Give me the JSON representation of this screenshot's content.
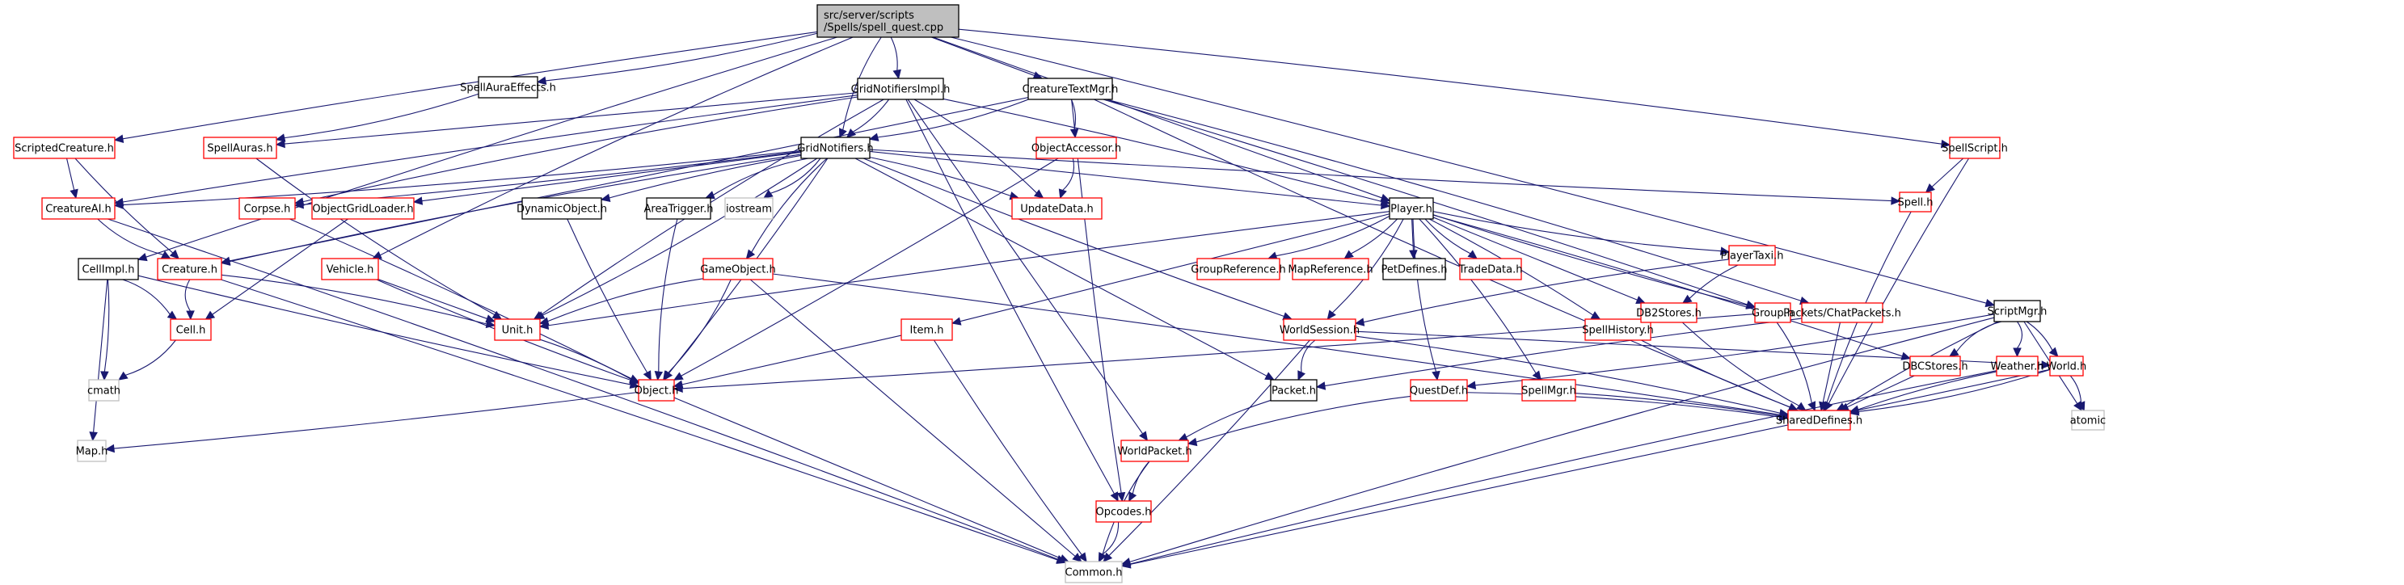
{
  "title": "src/server/scripts/Spells/spell_quest.cpp include dependency graph",
  "colors": {
    "edge": "#191970",
    "root_fill": "#bfbfbf",
    "documented_border": "#000000",
    "truncated_border": "#ff0000",
    "external_border": "#bfbfbf"
  },
  "nodes": [
    {
      "id": "root",
      "label": [
        "src/server/scripts",
        "/Spells/spell_quest.cpp"
      ],
      "style": "root"
    },
    {
      "id": "SpellAuraEffects",
      "label": [
        "SpellAuraEffects.h"
      ],
      "style": "black"
    },
    {
      "id": "GridNotifiersImpl",
      "label": [
        "GridNotifiersImpl.h"
      ],
      "style": "black"
    },
    {
      "id": "CreatureTextMgr",
      "label": [
        "CreatureTextMgr.h"
      ],
      "style": "black"
    },
    {
      "id": "ScriptedCreature",
      "label": [
        "ScriptedCreature.h"
      ],
      "style": "red"
    },
    {
      "id": "SpellAuras",
      "label": [
        "SpellAuras.h"
      ],
      "style": "red"
    },
    {
      "id": "GridNotifiers",
      "label": [
        "GridNotifiers.h"
      ],
      "style": "black"
    },
    {
      "id": "ObjectAccessor",
      "label": [
        "ObjectAccessor.h"
      ],
      "style": "red"
    },
    {
      "id": "SpellScript",
      "label": [
        "SpellScript.h"
      ],
      "style": "red"
    },
    {
      "id": "CreatureAI",
      "label": [
        "CreatureAI.h"
      ],
      "style": "red"
    },
    {
      "id": "Corpse",
      "label": [
        "Corpse.h"
      ],
      "style": "red"
    },
    {
      "id": "ObjectGridLoader",
      "label": [
        "ObjectGridLoader.h"
      ],
      "style": "red"
    },
    {
      "id": "DynamicObject",
      "label": [
        "DynamicObject.h"
      ],
      "style": "black"
    },
    {
      "id": "AreaTrigger",
      "label": [
        "AreaTrigger.h"
      ],
      "style": "black"
    },
    {
      "id": "iostream",
      "label": [
        "iostream"
      ],
      "style": "grey"
    },
    {
      "id": "UpdateData",
      "label": [
        "UpdateData.h"
      ],
      "style": "red"
    },
    {
      "id": "Player",
      "label": [
        "Player.h"
      ],
      "style": "black"
    },
    {
      "id": "Spell",
      "label": [
        "Spell.h"
      ],
      "style": "red"
    },
    {
      "id": "CellImpl",
      "label": [
        "CellImpl.h"
      ],
      "style": "black"
    },
    {
      "id": "Creature",
      "label": [
        "Creature.h"
      ],
      "style": "red"
    },
    {
      "id": "Vehicle",
      "label": [
        "Vehicle.h"
      ],
      "style": "red"
    },
    {
      "id": "GameObject",
      "label": [
        "GameObject.h"
      ],
      "style": "red"
    },
    {
      "id": "GroupReference",
      "label": [
        "GroupReference.h"
      ],
      "style": "red"
    },
    {
      "id": "MapReference",
      "label": [
        "MapReference.h"
      ],
      "style": "red"
    },
    {
      "id": "PetDefines",
      "label": [
        "PetDefines.h"
      ],
      "style": "black"
    },
    {
      "id": "TradeData",
      "label": [
        "TradeData.h"
      ],
      "style": "red"
    },
    {
      "id": "PlayerTaxi",
      "label": [
        "PlayerTaxi.h"
      ],
      "style": "red"
    },
    {
      "id": "Cell",
      "label": [
        "Cell.h"
      ],
      "style": "red"
    },
    {
      "id": "Unit",
      "label": [
        "Unit.h"
      ],
      "style": "red"
    },
    {
      "id": "Item",
      "label": [
        "Item.h"
      ],
      "style": "red"
    },
    {
      "id": "WorldSession",
      "label": [
        "WorldSession.h"
      ],
      "style": "red"
    },
    {
      "id": "SpellHistory",
      "label": [
        "SpellHistory.h"
      ],
      "style": "red"
    },
    {
      "id": "DB2Stores",
      "label": [
        "DB2Stores.h"
      ],
      "style": "red"
    },
    {
      "id": "Group",
      "label": [
        "Group.h"
      ],
      "style": "red"
    },
    {
      "id": "ChatPackets",
      "label": [
        "Packets/ChatPackets.h"
      ],
      "style": "red"
    },
    {
      "id": "ScriptMgr",
      "label": [
        "ScriptMgr.h"
      ],
      "style": "black"
    },
    {
      "id": "cmath",
      "label": [
        "cmath"
      ],
      "style": "grey"
    },
    {
      "id": "Object",
      "label": [
        "Object.h"
      ],
      "style": "red"
    },
    {
      "id": "Packet",
      "label": [
        "Packet.h"
      ],
      "style": "black"
    },
    {
      "id": "QuestDef",
      "label": [
        "QuestDef.h"
      ],
      "style": "red"
    },
    {
      "id": "SpellMgr",
      "label": [
        "SpellMgr.h"
      ],
      "style": "red"
    },
    {
      "id": "DBCStores",
      "label": [
        "DBCStores.h"
      ],
      "style": "red"
    },
    {
      "id": "Weather",
      "label": [
        "Weather.h"
      ],
      "style": "red"
    },
    {
      "id": "World",
      "label": [
        "World.h"
      ],
      "style": "red"
    },
    {
      "id": "Map",
      "label": [
        "Map.h"
      ],
      "style": "grey"
    },
    {
      "id": "WorldPacket",
      "label": [
        "WorldPacket.h"
      ],
      "style": "red"
    },
    {
      "id": "SharedDefines",
      "label": [
        "SharedDefines.h"
      ],
      "style": "red"
    },
    {
      "id": "atomic",
      "label": [
        "atomic"
      ],
      "style": "grey"
    },
    {
      "id": "Opcodes",
      "label": [
        "Opcodes.h"
      ],
      "style": "red"
    },
    {
      "id": "Common",
      "label": [
        "Common.h"
      ],
      "style": "grey"
    }
  ],
  "edges": [
    [
      "root",
      "SpellAuraEffects"
    ],
    [
      "root",
      "GridNotifiersImpl"
    ],
    [
      "root",
      "CreatureTextMgr"
    ],
    [
      "root",
      "ScriptedCreature"
    ],
    [
      "root",
      "GridNotifiers"
    ],
    [
      "root",
      "SpellScript"
    ],
    [
      "root",
      "ScriptMgr"
    ],
    [
      "root",
      "Player"
    ],
    [
      "root",
      "CellImpl"
    ],
    [
      "root",
      "Vehicle"
    ],
    [
      "SpellAuraEffects",
      "SpellAuras"
    ],
    [
      "GridNotifiersImpl",
      "GridNotifiers"
    ],
    [
      "GridNotifiersImpl",
      "SpellAuras"
    ],
    [
      "GridNotifiersImpl",
      "CreatureAI"
    ],
    [
      "GridNotifiersImpl",
      "Corpse"
    ],
    [
      "GridNotifiersImpl",
      "UpdateData"
    ],
    [
      "GridNotifiersImpl",
      "Player"
    ],
    [
      "GridNotifiersImpl",
      "WorldPacket"
    ],
    [
      "GridNotifiersImpl",
      "Opcodes"
    ],
    [
      "GridNotifiersImpl",
      "Unit"
    ],
    [
      "CreatureTextMgr",
      "GridNotifiers"
    ],
    [
      "CreatureTextMgr",
      "ObjectAccessor"
    ],
    [
      "CreatureTextMgr",
      "Creature"
    ],
    [
      "CreatureTextMgr",
      "Opcodes"
    ],
    [
      "CreatureTextMgr",
      "SharedDefines"
    ],
    [
      "CreatureTextMgr",
      "ChatPackets"
    ],
    [
      "CreatureTextMgr",
      "Group"
    ],
    [
      "ScriptedCreature",
      "CreatureAI"
    ],
    [
      "ScriptedCreature",
      "Creature"
    ],
    [
      "SpellAuras",
      "Unit"
    ],
    [
      "GridNotifiers",
      "CreatureAI"
    ],
    [
      "GridNotifiers",
      "Corpse"
    ],
    [
      "GridNotifiers",
      "ObjectGridLoader"
    ],
    [
      "GridNotifiers",
      "DynamicObject"
    ],
    [
      "GridNotifiers",
      "AreaTrigger"
    ],
    [
      "GridNotifiers",
      "iostream"
    ],
    [
      "GridNotifiers",
      "UpdateData"
    ],
    [
      "GridNotifiers",
      "Player"
    ],
    [
      "GridNotifiers",
      "Spell"
    ],
    [
      "GridNotifiers",
      "GameObject"
    ],
    [
      "GridNotifiers",
      "Unit"
    ],
    [
      "GridNotifiers",
      "Object"
    ],
    [
      "GridNotifiers",
      "Packet"
    ],
    [
      "GridNotifiers",
      "WorldSession"
    ],
    [
      "GridNotifiers",
      "Creature"
    ],
    [
      "ObjectAccessor",
      "UpdateData"
    ],
    [
      "ObjectAccessor",
      "Object"
    ],
    [
      "SpellScript",
      "Spell"
    ],
    [
      "SpellScript",
      "SharedDefines"
    ],
    [
      "CreatureAI",
      "Creature"
    ],
    [
      "CreatureAI",
      "Common"
    ],
    [
      "Corpse",
      "Object"
    ],
    [
      "ObjectGridLoader",
      "Cell"
    ],
    [
      "DynamicObject",
      "Object"
    ],
    [
      "AreaTrigger",
      "Object"
    ],
    [
      "Player",
      "GroupReference"
    ],
    [
      "Player",
      "MapReference"
    ],
    [
      "Player",
      "PetDefines"
    ],
    [
      "Player",
      "TradeData"
    ],
    [
      "Player",
      "PlayerTaxi"
    ],
    [
      "Player",
      "WorldSession"
    ],
    [
      "Player",
      "SpellHistory"
    ],
    [
      "Player",
      "DB2Stores"
    ],
    [
      "Player",
      "Group"
    ],
    [
      "Player",
      "QuestDef"
    ],
    [
      "Player",
      "SpellMgr"
    ],
    [
      "Player",
      "DBCStores"
    ],
    [
      "Player",
      "Item"
    ],
    [
      "Player",
      "Unit"
    ],
    [
      "Spell",
      "SharedDefines"
    ],
    [
      "CellImpl",
      "Cell"
    ],
    [
      "CellImpl",
      "cmath"
    ],
    [
      "CellImpl",
      "Map"
    ],
    [
      "CellImpl",
      "Object"
    ],
    [
      "Creature",
      "Cell"
    ],
    [
      "Creature",
      "Unit"
    ],
    [
      "Creature",
      "Common"
    ],
    [
      "Vehicle",
      "Unit"
    ],
    [
      "Vehicle",
      "Object"
    ],
    [
      "GameObject",
      "Unit"
    ],
    [
      "GameObject",
      "Object"
    ],
    [
      "GameObject",
      "SharedDefines"
    ],
    [
      "GameObject",
      "Common"
    ],
    [
      "PlayerTaxi",
      "DB2Stores"
    ],
    [
      "PlayerTaxi",
      "WorldSession"
    ],
    [
      "Cell",
      "cmath"
    ],
    [
      "Unit",
      "Object"
    ],
    [
      "Item",
      "Object"
    ],
    [
      "Item",
      "Common"
    ],
    [
      "WorldSession",
      "Packet"
    ],
    [
      "WorldSession",
      "SharedDefines"
    ],
    [
      "WorldSession",
      "Common"
    ],
    [
      "WorldSession",
      "World"
    ],
    [
      "SpellHistory",
      "SharedDefines"
    ],
    [
      "DB2Stores",
      "SharedDefines"
    ],
    [
      "Group",
      "SharedDefines"
    ],
    [
      "Group",
      "Object"
    ],
    [
      "ChatPackets",
      "SharedDefines"
    ],
    [
      "ChatPackets",
      "Packet"
    ],
    [
      "ScriptMgr",
      "DBCStores"
    ],
    [
      "ScriptMgr",
      "Weather"
    ],
    [
      "ScriptMgr",
      "World"
    ],
    [
      "ScriptMgr",
      "atomic"
    ],
    [
      "ScriptMgr",
      "SharedDefines"
    ],
    [
      "ScriptMgr",
      "Common"
    ],
    [
      "ScriptMgr",
      "QuestDef"
    ],
    [
      "Object",
      "Map"
    ],
    [
      "Object",
      "Common"
    ],
    [
      "Packet",
      "WorldPacket"
    ],
    [
      "QuestDef",
      "WorldPacket"
    ],
    [
      "QuestDef",
      "SharedDefines"
    ],
    [
      "SpellMgr",
      "SharedDefines"
    ],
    [
      "DBCStores",
      "SharedDefines"
    ],
    [
      "Weather",
      "SharedDefines"
    ],
    [
      "Weather",
      "Common"
    ],
    [
      "World",
      "SharedDefines"
    ],
    [
      "World",
      "atomic"
    ],
    [
      "World",
      "Common"
    ],
    [
      "WorldPacket",
      "Opcodes"
    ],
    [
      "WorldPacket",
      "Common"
    ],
    [
      "Opcodes",
      "Common"
    ]
  ]
}
